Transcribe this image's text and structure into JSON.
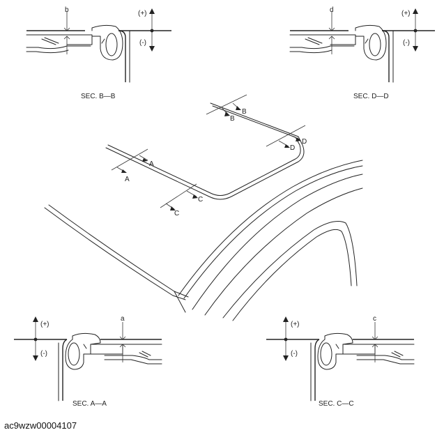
{
  "sections": {
    "bb": {
      "title": "SEC. B—B",
      "dim": "b",
      "plus": "(+)",
      "minus": "(-)"
    },
    "dd": {
      "title": "SEC. D—D",
      "dim": "d",
      "plus": "(+)",
      "minus": "(-)"
    },
    "aa": {
      "title": "SEC. A—A",
      "dim": "a",
      "plus": "(+)",
      "minus": "(-)"
    },
    "cc": {
      "title": "SEC. C—C",
      "dim": "c",
      "plus": "(+)",
      "minus": "(-)"
    }
  },
  "cut_labels": {
    "a_upper": "A",
    "a_lower": "A",
    "b_upper": "B",
    "b_lower": "B",
    "c_upper": "C",
    "c_lower": "C",
    "d_upper": "D",
    "d_lower": "D"
  },
  "image_id": "ac9wzw00004107"
}
